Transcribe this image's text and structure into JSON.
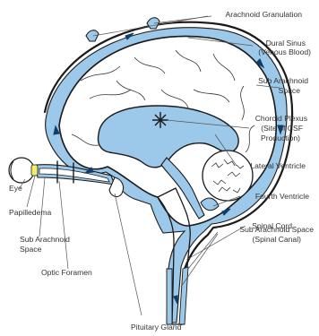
{
  "colors": {
    "csf": "#9cc8ea",
    "outline": "#1a1a1a",
    "leader": "#555555",
    "text": "#333333",
    "papilledema": "#f2ec6c"
  },
  "labels": {
    "arachnoid_granulation": "Arachnoid Granulation",
    "dural_sinus_1": "Dural Sinus",
    "dural_sinus_2": "(Venous Blood)",
    "sub_arachnoid_space_1": "Sub Arachnoid",
    "sub_arachnoid_space_2": "Space",
    "choroid_plexus_1": "Choroid Plexus",
    "choroid_plexus_2": "(Site of CSF",
    "choroid_plexus_3": "Production)",
    "lateral_ventricle": "Lateral Ventricle",
    "fourth_ventricle": "Fourth Ventricle",
    "spinal_cord": "Spinal Cord",
    "spinal_canal_1": "Sub Arachnoid Space",
    "spinal_canal_2": "(Spinal Canal)",
    "eye": "Eye",
    "papilledema": "Papilledema",
    "left_sub_arachnoid_1": "Sub Arachnoid",
    "left_sub_arachnoid_2": "Space",
    "optic_foramen": "Optic Foramen",
    "pituitary_gland": "Pituitary Gland"
  }
}
